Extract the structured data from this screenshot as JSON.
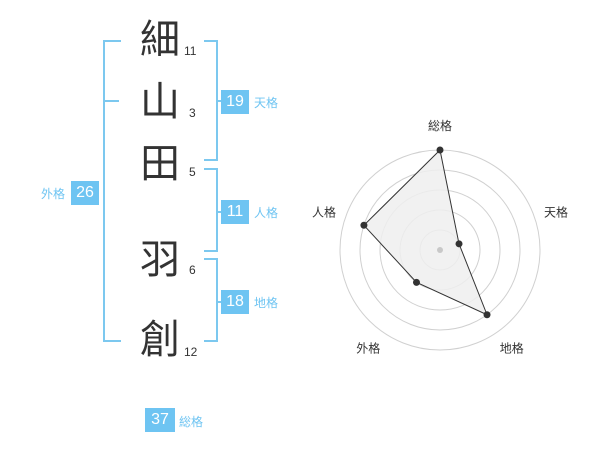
{
  "name": {
    "characters": [
      {
        "char": "細",
        "strokes": "11"
      },
      {
        "char": "山",
        "strokes": "3"
      },
      {
        "char": "田",
        "strokes": "5"
      },
      {
        "char": "羽",
        "strokes": "6"
      },
      {
        "char": "創",
        "strokes": "12"
      }
    ]
  },
  "fortunes": {
    "tenkaku": {
      "value": "19",
      "label": "天格"
    },
    "jinkaku": {
      "value": "11",
      "label": "人格"
    },
    "chikaku": {
      "value": "18",
      "label": "地格"
    },
    "gaikaku": {
      "value": "26",
      "label": "外格"
    },
    "soukaku": {
      "value": "37",
      "label": "総格"
    }
  },
  "chart_data": {
    "type": "radar",
    "axes": [
      "総格",
      "天格",
      "地格",
      "外格",
      "人格"
    ],
    "values": [
      5,
      1,
      4,
      2,
      4
    ],
    "max": 5,
    "rings": 5,
    "colors": {
      "fill": "#efefef",
      "line": "#333333",
      "grid": "#d0d0d0",
      "center": "#c8c8c8"
    }
  },
  "colors": {
    "accent": "#6ec4f2",
    "bracket": "#7cc8ef",
    "text": "#333333"
  }
}
